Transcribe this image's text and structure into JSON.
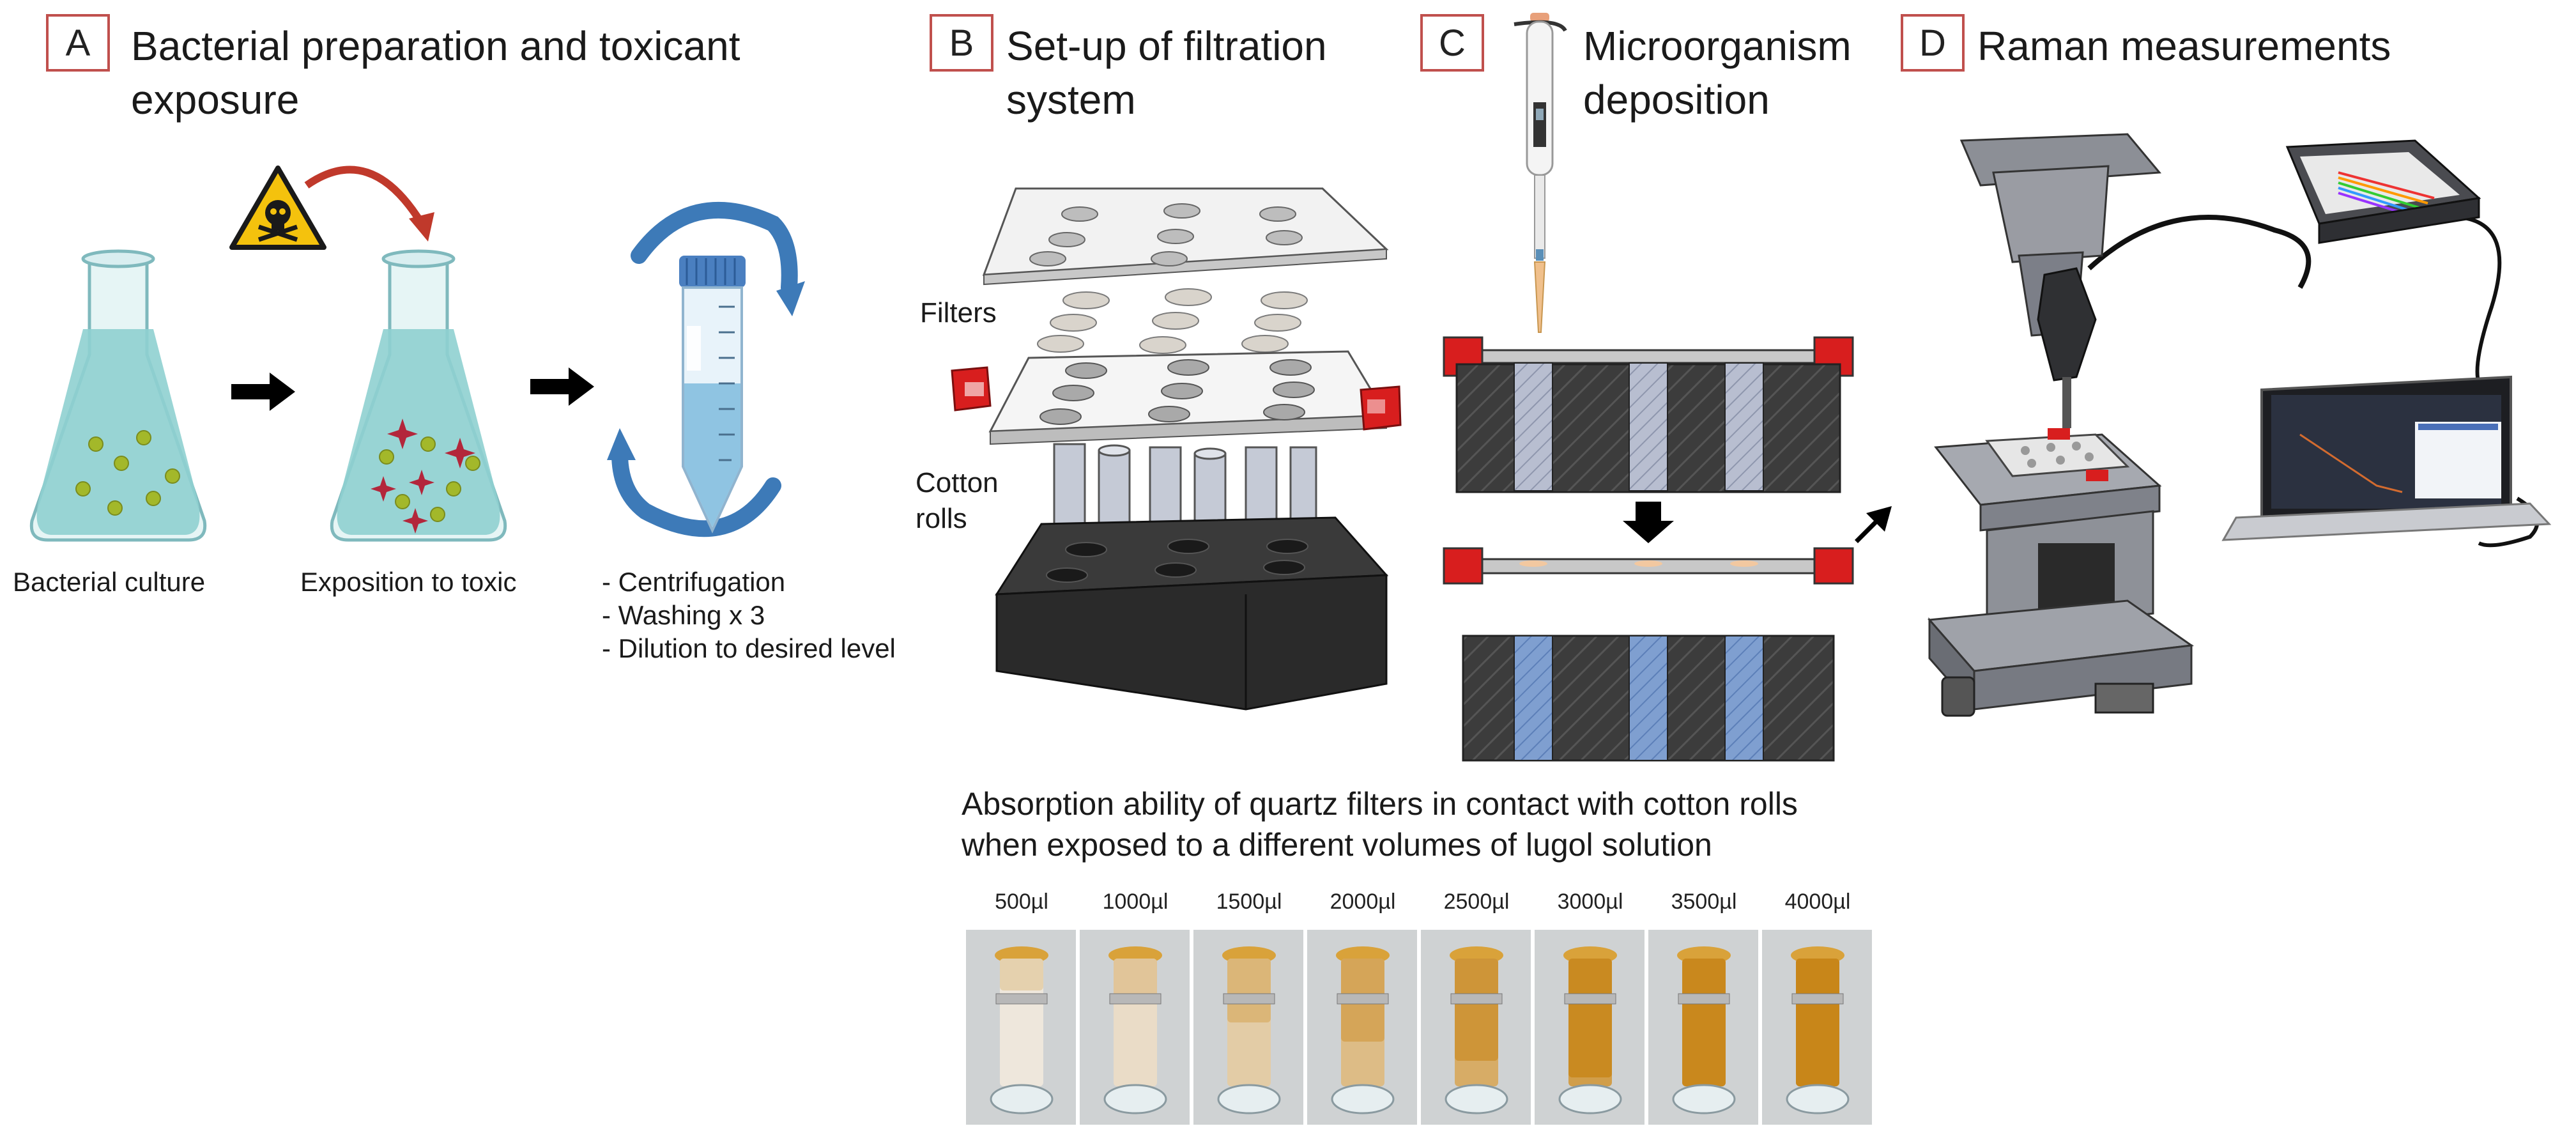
{
  "panels": {
    "A": {
      "letter": "A",
      "title_line1": "Bacterial preparation and toxicant",
      "title_line2": "exposure",
      "label_culture": "Bacterial culture",
      "label_exposition": "Exposition to toxic",
      "steps": [
        "- Centrifugation",
        "- Washing x 3",
        "- Dilution to desired level"
      ]
    },
    "B": {
      "letter": "B",
      "title_line1": "Set-up of filtration",
      "title_line2": "system",
      "label_filters": "Filters",
      "label_cotton_line1": "Cotton",
      "label_cotton_line2": "rolls"
    },
    "C": {
      "letter": "C",
      "title_line1": "Microorganism",
      "title_line2": "deposition"
    },
    "D": {
      "letter": "D",
      "title": "Raman measurements"
    }
  },
  "absorption": {
    "caption_line1": "Absorption ability of quartz filters in contact with cotton rolls",
    "caption_line2": "when exposed to a different volumes of lugol solution",
    "volumes": [
      "500µl",
      "1000µl",
      "1500µl",
      "2000µl",
      "2500µl",
      "3000µl",
      "3500µl",
      "4000µl"
    ],
    "saturation": [
      0.1,
      0.2,
      0.35,
      0.5,
      0.65,
      0.78,
      0.9,
      1.0
    ]
  },
  "colors": {
    "accent": "#c0504d",
    "flask_liquid": "#8fd0d0",
    "bacteria": "#a3b82a",
    "toxic_star": "#b3263b",
    "block_dark": "#2e2e2e",
    "red_clamp": "#d81e1e",
    "lugol": "#c8861a",
    "cotton": "#f2f2f2"
  },
  "icons": {
    "hazard": "skull-hazard-icon",
    "arrow": "right-arrow-icon",
    "rotation": "rotation-arrow-icon"
  }
}
